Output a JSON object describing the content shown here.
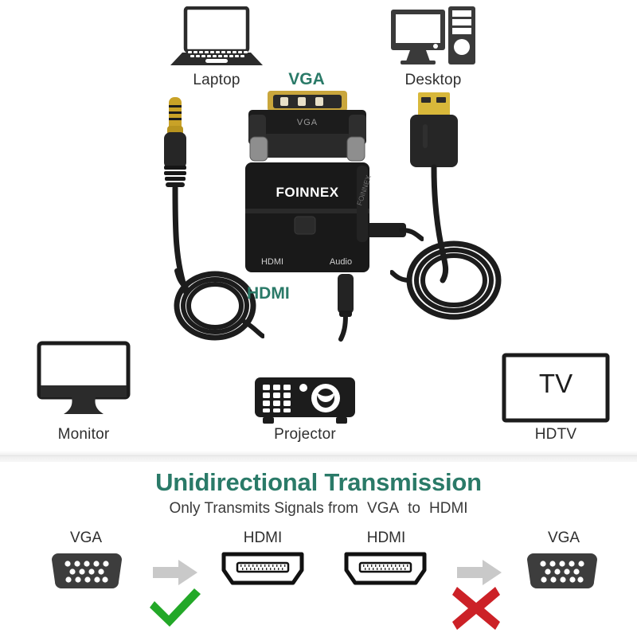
{
  "diagram": {
    "source_devices": [
      {
        "id": "laptop",
        "label": "Laptop",
        "icon": "laptop-icon"
      },
      {
        "id": "desktop",
        "label": "Desktop",
        "icon": "desktop-tower-icon"
      }
    ],
    "output_devices": [
      {
        "id": "monitor",
        "label": "Monitor",
        "icon": "monitor-icon"
      },
      {
        "id": "projector",
        "label": "Projector",
        "icon": "projector-icon"
      },
      {
        "id": "hdtv",
        "label": "HDTV",
        "icon": "tv-icon",
        "screen_text": "TV"
      }
    ],
    "signal_labels": {
      "input": "VGA",
      "output": "HDMI"
    },
    "adapter": {
      "brand": "FOINNEX",
      "port_top": "VGA",
      "port_bottom_left": "HDMI",
      "port_bottom_right": "Audio",
      "side_text": "FOINNEX"
    }
  },
  "banner": {
    "headline": "Unidirectional Transmission",
    "sub_prefix": "Only Transmits Signals from",
    "sub_from": "VGA",
    "sub_mid": "to",
    "sub_to": "HDMI"
  },
  "comparison": {
    "allowed": {
      "from_label": "VGA",
      "to_label": "HDMI",
      "verdict": "check",
      "arrow": "arrow-right-icon"
    },
    "blocked": {
      "from_label": "HDMI",
      "to_label": "VGA",
      "verdict": "cross",
      "arrow": "arrow-right-icon"
    }
  },
  "colors": {
    "teal": "#2a7a68",
    "check_green": "#23a828",
    "cross_red": "#cc2127",
    "arrow_gray": "#c9c9c9",
    "dark": "#2b2b2b"
  }
}
